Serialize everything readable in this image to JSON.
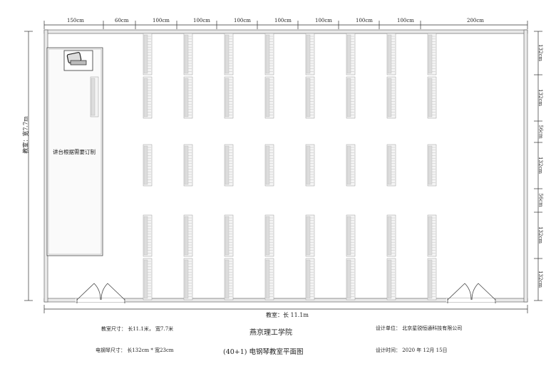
{
  "top_dimensions": [
    "150cm",
    "60cm",
    "100cm",
    "100cm",
    "100cm",
    "100cm",
    "100cm",
    "100cm",
    "100cm",
    "200cm"
  ],
  "right_dimensions": [
    "132cm",
    "132cm",
    "56cm",
    "132cm",
    "56cm",
    "132cm",
    "132cm"
  ],
  "room_width_label": "教室：宽7.7m",
  "room_length_label": "教室：长 11.1m",
  "podium_label": "讲台根据需要订制",
  "info": {
    "room_size": "教室尺寸：  长11.1米，  宽7.7米",
    "piano_size": "电钢琴尺寸：  长132cm * 宽23cm",
    "school": "燕京理工学院",
    "plan_title": "(40+1) 电钢琴教室平面图",
    "design_unit": "设计单位：  北京星锐恒通科技有限公司",
    "design_time": "设计时间：   2020 年 12月 15日"
  },
  "layout": {
    "piano_columns": 8,
    "piano_rows": 5,
    "total_pianos": "40+1"
  }
}
